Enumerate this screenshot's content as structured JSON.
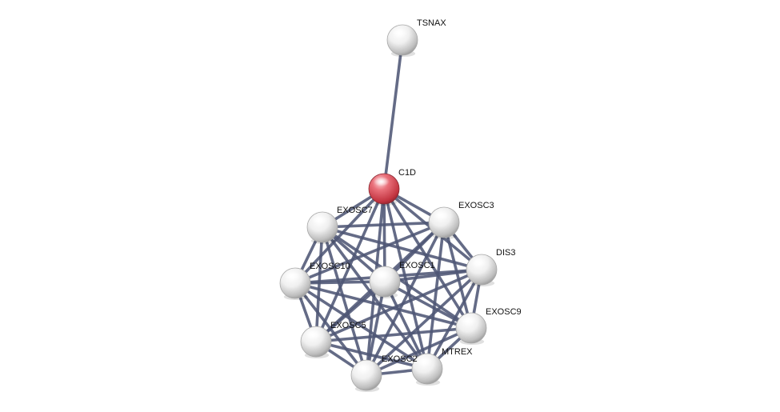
{
  "network": {
    "query_node": "C1D",
    "colors": {
      "edge": "#4f5775",
      "query_node": "#d9404a",
      "node": "#e6e6e6",
      "label": "#111111"
    },
    "nodes": [
      {
        "id": "TSNAX",
        "label": "TSNAX",
        "query": false
      },
      {
        "id": "C1D",
        "label": "C1D",
        "query": true
      },
      {
        "id": "EXOSC7",
        "label": "EXOSC7",
        "query": false
      },
      {
        "id": "EXOSC3",
        "label": "EXOSC3",
        "query": false
      },
      {
        "id": "DIS3",
        "label": "DIS3",
        "query": false
      },
      {
        "id": "EXOSC10",
        "label": "EXOSC10",
        "query": false
      },
      {
        "id": "EXOSC1",
        "label": "EXOSC1",
        "query": false
      },
      {
        "id": "EXOSC9",
        "label": "EXOSC9",
        "query": false
      },
      {
        "id": "EXOSC5",
        "label": "EXOSC5",
        "query": false
      },
      {
        "id": "MTREX",
        "label": "MTREX",
        "query": false
      },
      {
        "id": "EXOSC2",
        "label": "EXOSC2",
        "query": false
      }
    ],
    "edges": [
      [
        "TSNAX",
        "C1D"
      ],
      [
        "C1D",
        "EXOSC7"
      ],
      [
        "C1D",
        "EXOSC3"
      ],
      [
        "C1D",
        "DIS3"
      ],
      [
        "C1D",
        "EXOSC10"
      ],
      [
        "C1D",
        "EXOSC1"
      ],
      [
        "C1D",
        "EXOSC9"
      ],
      [
        "C1D",
        "EXOSC5"
      ],
      [
        "C1D",
        "MTREX"
      ],
      [
        "C1D",
        "EXOSC2"
      ],
      [
        "EXOSC7",
        "EXOSC3"
      ],
      [
        "EXOSC7",
        "DIS3"
      ],
      [
        "EXOSC7",
        "EXOSC10"
      ],
      [
        "EXOSC7",
        "EXOSC1"
      ],
      [
        "EXOSC7",
        "EXOSC9"
      ],
      [
        "EXOSC7",
        "EXOSC5"
      ],
      [
        "EXOSC7",
        "MTREX"
      ],
      [
        "EXOSC7",
        "EXOSC2"
      ],
      [
        "EXOSC3",
        "DIS3"
      ],
      [
        "EXOSC3",
        "EXOSC10"
      ],
      [
        "EXOSC3",
        "EXOSC1"
      ],
      [
        "EXOSC3",
        "EXOSC9"
      ],
      [
        "EXOSC3",
        "EXOSC5"
      ],
      [
        "EXOSC3",
        "MTREX"
      ],
      [
        "EXOSC3",
        "EXOSC2"
      ],
      [
        "DIS3",
        "EXOSC10"
      ],
      [
        "DIS3",
        "EXOSC1"
      ],
      [
        "DIS3",
        "EXOSC9"
      ],
      [
        "DIS3",
        "EXOSC5"
      ],
      [
        "DIS3",
        "MTREX"
      ],
      [
        "DIS3",
        "EXOSC2"
      ],
      [
        "EXOSC10",
        "EXOSC1"
      ],
      [
        "EXOSC10",
        "EXOSC9"
      ],
      [
        "EXOSC10",
        "EXOSC5"
      ],
      [
        "EXOSC10",
        "MTREX"
      ],
      [
        "EXOSC10",
        "EXOSC2"
      ],
      [
        "EXOSC1",
        "EXOSC9"
      ],
      [
        "EXOSC1",
        "EXOSC5"
      ],
      [
        "EXOSC1",
        "MTREX"
      ],
      [
        "EXOSC1",
        "EXOSC2"
      ],
      [
        "EXOSC9",
        "EXOSC5"
      ],
      [
        "EXOSC9",
        "MTREX"
      ],
      [
        "EXOSC9",
        "EXOSC2"
      ],
      [
        "EXOSC5",
        "MTREX"
      ],
      [
        "EXOSC5",
        "EXOSC2"
      ],
      [
        "MTREX",
        "EXOSC2"
      ]
    ]
  }
}
